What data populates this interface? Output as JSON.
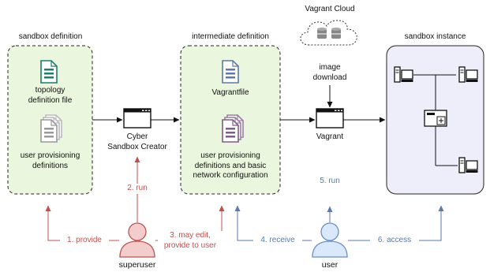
{
  "colors": {
    "green_fill": "#eaf6dd",
    "purple_fill": "#eeeefa",
    "user_red_fill": "#f5cccc",
    "user_red_stroke": "#b85450",
    "user_blue_fill": "#dae8fc",
    "user_blue_stroke": "#6c8ebf",
    "red_arrow": "#c0504d",
    "blue_arrow": "#5b7aa8"
  },
  "titles": {
    "sandbox_definition": "sandbox definition",
    "intermediate_definition": "intermediate definition",
    "sandbox_instance": "sandbox instance",
    "vagrant_cloud": "Vagrant Cloud"
  },
  "docs": {
    "topology": "topology\ndefinition file",
    "user_prov": "user provisioning\ndefinitions",
    "vagrantfile": "Vagrantfile",
    "user_prov_net": "user provisioning\ndefinitions and basic\nnetwork configuration"
  },
  "apps": {
    "creator": "Cyber\nSandbox Creator",
    "vagrant": "Vagrant"
  },
  "edges": {
    "image_download": "image\ndownload",
    "run2": "2. run",
    "run5": "5. run",
    "provide": "1. provide",
    "may_edit": "3. may edit,\nprovide to user",
    "receive": "4. receive",
    "access": "6. access"
  },
  "actors": {
    "superuser": "superuser",
    "user": "user"
  },
  "icons": {
    "doc_green": "document-green-icon",
    "doc_gray": "document-stack-gray-icon",
    "doc_blue": "document-blue-icon",
    "doc_purple": "document-stack-purple-icon",
    "window": "application-window-icon",
    "cloud": "cloud-icon",
    "database": "database-icon",
    "computer": "computer-icon",
    "router": "router-icon",
    "person": "person-icon"
  }
}
